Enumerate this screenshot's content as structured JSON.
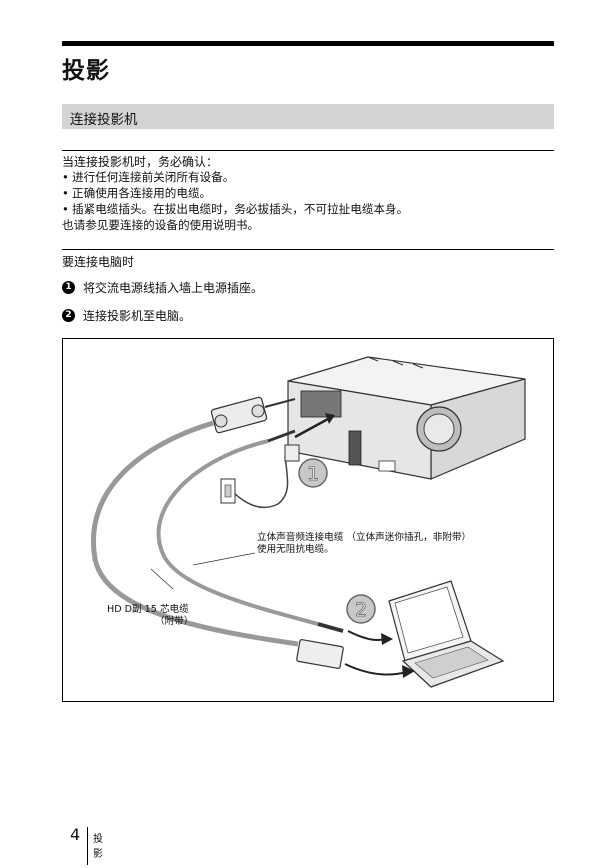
{
  "chapter": {
    "title": "投影"
  },
  "section": {
    "title": "连接投影机"
  },
  "note": {
    "heading": "当连接投影机时，务必确认：",
    "bullets": [
      "进行任何连接前关闭所有设备。",
      "正确使用各连接用的电缆。",
      "插紧电缆插头。在拔出电缆时，务必拔插头，不可拉扯电缆本身。"
    ],
    "bullet_marker": "•",
    "footer": "也请参见要连接的设备的使用说明书。"
  },
  "procedure": {
    "heading": "要连接电脑时",
    "steps": [
      {
        "num": "1",
        "text": "将交流电源线插入墙上电源插座。"
      },
      {
        "num": "2",
        "text": "连接投影机至电脑。"
      }
    ]
  },
  "figure": {
    "callout_1": "1",
    "callout_2": "2",
    "audio_cable_label_line1": "立体声音频连接电缆 （立体声迷你插孔，非附带）",
    "audio_cable_label_line2": "使用无阻抗电缆。",
    "hd_cable_label_line1": "HD D副 15 芯电缆",
    "hd_cable_label_line2": "（附带）"
  },
  "footer": {
    "page_number": "4",
    "label": "投影"
  }
}
